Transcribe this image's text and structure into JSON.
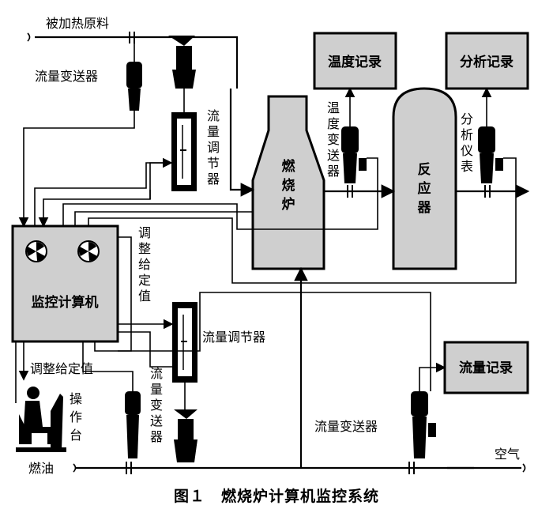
{
  "labels": {
    "feed": "被加热原料",
    "flow_tx_top": "流量变送器",
    "flow_reg_top": [
      "流",
      "量",
      "调",
      "节",
      "器"
    ],
    "temp_record": "温度记录",
    "analysis_record": "分析记录",
    "temp_tx": [
      "温",
      "度",
      "变",
      "送",
      "器"
    ],
    "analyzer": [
      "分",
      "析",
      "仪",
      "表"
    ],
    "furnace": [
      "燃",
      "烧",
      "炉"
    ],
    "reactor": [
      "反",
      "应",
      "器"
    ],
    "adjust_setpoint_v": [
      "调",
      "整",
      "给",
      "定",
      "值"
    ],
    "computer": "监控计算机",
    "flow_reg_mid": "流量调节器",
    "adjust_setpoint_h": "调整给定值",
    "flow_tx_bottom_v": [
      "流",
      "量",
      "变",
      "送",
      "器"
    ],
    "console": [
      "操",
      "作",
      "台"
    ],
    "flow_record": "流量记录",
    "flow_tx_right": "流量变送器",
    "fuel": "燃油",
    "air": "空气",
    "caption": "图１　燃烧炉计算机监控系统"
  }
}
